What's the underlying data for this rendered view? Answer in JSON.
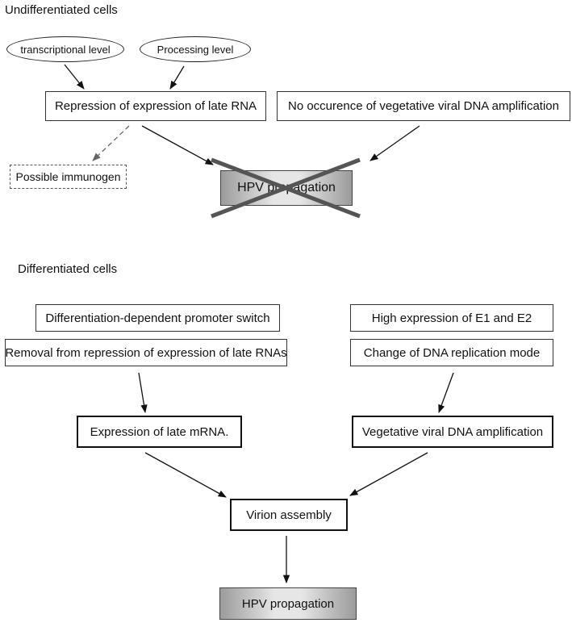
{
  "undiff": {
    "heading": "Undifferentiated cells",
    "oval_transcriptional": "transcriptional level",
    "oval_processing": "Processing level",
    "box_repression": "Repression of expression of late RNA",
    "box_no_amplification": "No occurence of vegetative viral DNA amplification",
    "box_immunogen": "Possible immunogen",
    "box_propagation_blocked": "HPV propagation"
  },
  "diff": {
    "heading": "Differentiated cells",
    "box_promoter_switch": "Differentiation-dependent promoter switch",
    "box_removal": "Removal from repression of expression of late RNAs",
    "box_high_expression": "High expression of E1 and E2",
    "box_replication_mode": "Change of DNA replication mode",
    "box_late_mrna": "Expression of late mRNA.",
    "box_vegetative": "Vegetative viral DNA amplification",
    "box_virion": "Virion assembly",
    "box_propagation": "HPV propagation"
  }
}
